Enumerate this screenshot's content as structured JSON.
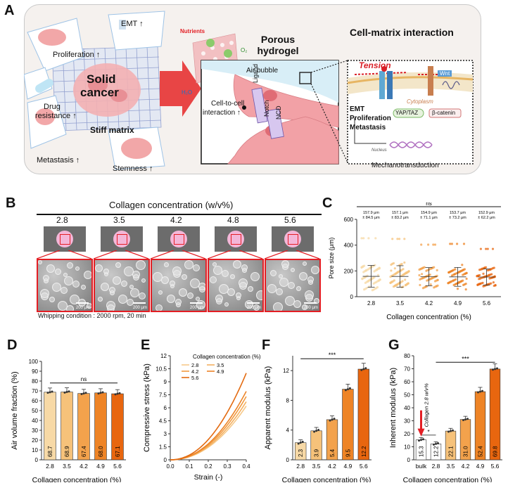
{
  "panel_letters": {
    "a": "A",
    "b": "B",
    "c": "C",
    "d": "D",
    "e": "E",
    "f": "F",
    "g": "G"
  },
  "panelA": {
    "porous_hydrogel": "Porous hydrogel",
    "cell_matrix": "Cell-matrix interaction",
    "emt": "EMT ↑",
    "proliferation": "Proliferation ↑",
    "drug_resistance_1": "Drug",
    "drug_resistance_2": "resistance ↑",
    "solid_cancer_1": "Solid",
    "solid_cancer_2": "cancer",
    "stiff_matrix": "Stiff matrix",
    "metastasis": "Metastasis ↑",
    "stemness": "Stemness ↑",
    "nutrients": "Nutrients",
    "o2": "O₂",
    "h2o": "H₂O",
    "air_bubble": "Air bubble",
    "ligand": "Ligand",
    "notch": "Notch",
    "ncd": "NCD",
    "cell_to_cell_1": "Cell-to-cell",
    "cell_to_cell_2": "interaction ↑",
    "tension": "Tension",
    "wnt": "Wnt",
    "cytoplasm": "Cytoplasm",
    "emt_b": "EMT",
    "proliferation_b": "Proliferation",
    "metastasis_b": "Metastasis",
    "yap": "YAP/TAZ",
    "bcat": "β-catenin",
    "nucleus": "Nucleus",
    "mechano": "Mechanotransduction"
  },
  "panelB": {
    "title": "Collagen concentration (w/v%)",
    "concs": [
      "2.8",
      "3.5",
      "4.2",
      "4.8",
      "5.6"
    ],
    "scale": "200 μm",
    "condition": "Whipping condition : 2000 rpm, 20 min"
  },
  "panelC": {
    "ns": "ns",
    "ylabel": "Pore size (μm)",
    "xlabel": "Collagen concentration (%)",
    "annot": [
      [
        "157.9 μm",
        "± 84.5 μm"
      ],
      [
        "157.1 μm",
        "± 83.2 μm"
      ],
      [
        "154.9 μm",
        "± 71.1 μm"
      ],
      [
        "153.7 μm",
        "± 73.2 μm"
      ],
      [
        "152.9 μm",
        "± 62.2 μm"
      ]
    ]
  },
  "panelD": {
    "ns": "ns",
    "ylabel": "Air volume fraction (%)",
    "xlabel": "Collagen concentration (%)"
  },
  "panelE": {
    "ylabel": "Compressive stress (kPa)",
    "xlabel": "Strain (-)",
    "legend_title": "Collagen concentration (%)"
  },
  "panelF": {
    "sig": "***",
    "ylabel": "Apparent modulus (kPa)",
    "xlabel": "Collagen concentration (%)"
  },
  "panelG": {
    "sig": "***",
    "sig2": "*",
    "ylabel": "Inherent modulus (kPa)",
    "xlabel": "Collagen concentration (%)",
    "annot": "Collagen 2.8 w/v%"
  },
  "colors": {
    "c1": "#f7d9a6",
    "c2": "#f6c27a",
    "c3": "#f3a24c",
    "c4": "#ee8426",
    "c5": "#e8660f",
    "accent": "#e31e24"
  },
  "chart_data": [
    {
      "type": "scatter",
      "categories": [
        "2.8",
        "3.5",
        "4.2",
        "4.9",
        "5.6"
      ],
      "mean": [
        157.9,
        157.1,
        154.9,
        153.7,
        152.9
      ],
      "sd": [
        84.5,
        83.2,
        71.1,
        73.2,
        62.2
      ],
      "ylim": [
        0,
        600
      ],
      "yticks": [
        0,
        200,
        400,
        600
      ]
    },
    {
      "type": "bar",
      "categories": [
        "2.8",
        "3.5",
        "4.2",
        "4.9",
        "5.6"
      ],
      "values": [
        68.7,
        68.9,
        67.4,
        68.0,
        67.1
      ],
      "labels": [
        "68.7",
        "68.9",
        "67.4",
        "68.0",
        "67.1"
      ],
      "ylim": [
        0,
        100
      ],
      "yticks": [
        0,
        10,
        20,
        30,
        40,
        50,
        60,
        70,
        80,
        90,
        100
      ]
    },
    {
      "type": "line",
      "xlim": [
        0,
        0.4
      ],
      "ylim": [
        0,
        12
      ],
      "xticks": [
        0.0,
        0.1,
        0.2,
        0.3,
        0.4
      ],
      "yticks": [
        0,
        1.5,
        3,
        4.5,
        6,
        7.5,
        9,
        10.5,
        12
      ],
      "series": [
        {
          "name": "2.8",
          "x": [
            0,
            0.1,
            0.2,
            0.3,
            0.4
          ],
          "y": [
            0,
            0.35,
            1.4,
            3.4,
            6.2
          ]
        },
        {
          "name": "3.5",
          "x": [
            0,
            0.1,
            0.2,
            0.3,
            0.4
          ],
          "y": [
            0,
            0.4,
            1.55,
            3.7,
            6.7
          ]
        },
        {
          "name": "4.2",
          "x": [
            0,
            0.1,
            0.2,
            0.3,
            0.4
          ],
          "y": [
            0,
            0.45,
            1.7,
            4.0,
            7.3
          ]
        },
        {
          "name": "4.9",
          "x": [
            0,
            0.1,
            0.2,
            0.3,
            0.4
          ],
          "y": [
            0,
            0.5,
            1.9,
            4.4,
            7.9
          ]
        },
        {
          "name": "5.6",
          "x": [
            0,
            0.1,
            0.2,
            0.3,
            0.4
          ],
          "y": [
            0,
            0.6,
            2.5,
            5.7,
            10.0
          ]
        }
      ]
    },
    {
      "type": "bar",
      "categories": [
        "2.8",
        "3.5",
        "4.2",
        "4.9",
        "5.6"
      ],
      "values": [
        2.3,
        3.9,
        5.4,
        9.5,
        12.2
      ],
      "labels": [
        "2.3",
        "3.9",
        "5.4",
        "9.5",
        "12.2"
      ],
      "ylim": [
        0,
        14
      ],
      "yticks": [
        0,
        4,
        8,
        12
      ]
    },
    {
      "type": "bar",
      "categories": [
        "bulk",
        "2.8",
        "3.5",
        "4.2",
        "4.9",
        "5.6"
      ],
      "values": [
        15.3,
        12.2,
        22.1,
        31.0,
        52.4,
        69.8
      ],
      "labels": [
        "15.3",
        "12.2",
        "22.1",
        "31.0",
        "52.4",
        "69.8"
      ],
      "ylim": [
        0,
        80
      ],
      "yticks": [
        0,
        10,
        20,
        30,
        40,
        50,
        60,
        70,
        80
      ]
    }
  ]
}
